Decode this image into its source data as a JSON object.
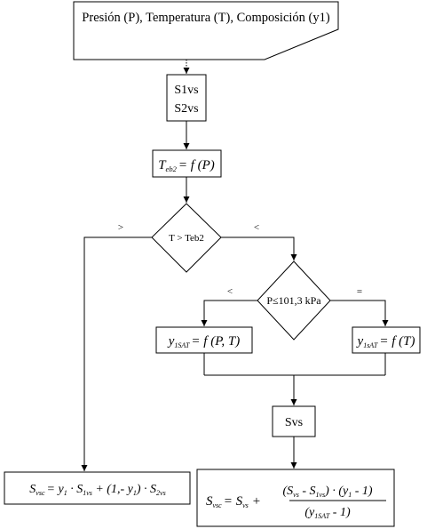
{
  "diagram": {
    "input": {
      "label": "Presión (P), Temperatura (T), Composición (y1)"
    },
    "data_block": {
      "line1": "S1vs",
      "line2": "S2vs"
    },
    "teb2_formula": {
      "lhs": "T",
      "lhs_sub": "eb2",
      "rhs": "= f (P)"
    },
    "decision_t": {
      "label": "T > Teb2",
      "branch_left": ">",
      "branch_right": "<"
    },
    "decision_p": {
      "label": "P≤101,3 kPa",
      "branch_left": "<",
      "branch_right": "="
    },
    "y1sat_pt": {
      "lhs": "y",
      "lhs_sub": "1SAT",
      "rhs": "= f (P, T)"
    },
    "y1at_t": {
      "lhs": "y",
      "lhs_sub": "1sAT",
      "rhs": "= f (T)"
    },
    "svs_block": {
      "label": "Svs"
    },
    "formula_left": {
      "lhs": "S",
      "lhs_sub": "vsc",
      "t1": "= y",
      "t1_sub": "1",
      "t2": " · S",
      "t2_sub": "1vs",
      "t3": " + (1,- y",
      "t3_sub": "1",
      "t4": ") · S",
      "t4_sub": "2vs"
    },
    "formula_right": {
      "lhs": "S",
      "lhs_sub": "vsc",
      "eq": "= S",
      "eq_sub": "vs",
      "plus": "+",
      "num1": "(S",
      "num1_sub": "vs",
      "num2": " - S",
      "num2_sub": "1vs",
      "num3": ") · (y",
      "num3_sub": "1",
      "num4": " - 1)",
      "den1": "(y",
      "den1_sub": "1SAT",
      "den2": " - 1)"
    }
  }
}
